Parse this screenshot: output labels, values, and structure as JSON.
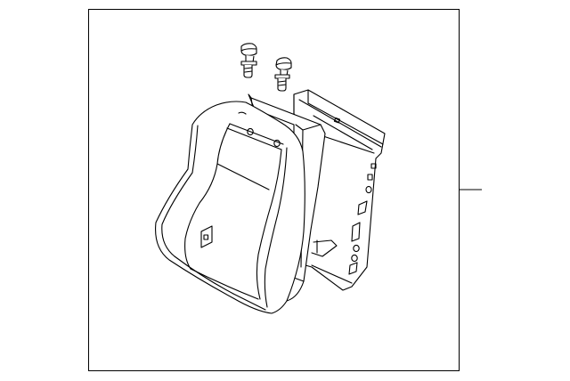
{
  "diagram": {
    "parts": [
      {
        "name": "seat-back-cushion"
      },
      {
        "name": "seat-back-pad"
      },
      {
        "name": "seat-back-frame"
      },
      {
        "name": "bolt"
      },
      {
        "name": "bolt"
      }
    ],
    "callouts": [
      {
        "name": "assembly-callout-line"
      }
    ]
  }
}
